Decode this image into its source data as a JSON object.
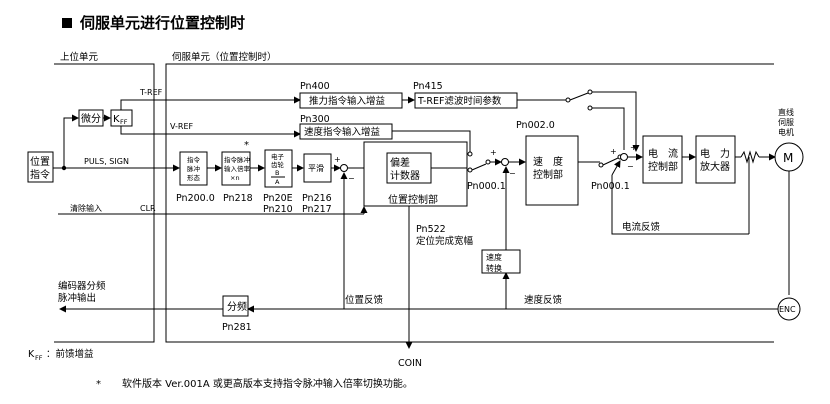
{
  "title": "伺服单元进行位置控制时",
  "sections": {
    "host": "上位单元",
    "servo": "伺服单元（位置控制时）"
  },
  "signals": {
    "tref": "T-REF",
    "vref": "V-REF",
    "puls_sign": "PULS, SIGN",
    "clear_input": "清除输入",
    "clr": "CLR",
    "coin": "COIN",
    "encoder_div_line1": "编码器分频",
    "encoder_div_line2": "脉冲输出",
    "position_feedback": "位置反馈",
    "speed_feedback": "速度反馈",
    "current_feedback": "电流反馈"
  },
  "blocks": {
    "position_command": [
      "位置",
      "指令"
    ],
    "differential": "微分",
    "kff": "K",
    "kff_sub": "FF",
    "thrust_gain": "推力指令输入增益",
    "tref_filter": "T-REF滤波时间参数",
    "speed_gain": "速度指令输入增益",
    "pulse_form": [
      "指令",
      "脉冲",
      "形态"
    ],
    "pulse_multiplier": [
      "指令脉冲",
      "输入倍率",
      "×n"
    ],
    "e_gear": [
      "电子",
      "齿轮",
      "B",
      "A"
    ],
    "smoothing": "平滑",
    "deviation_counter": [
      "偏差",
      "计数器"
    ],
    "position_control": "位置控制部",
    "speed_control": [
      "速　度",
      "控制部"
    ],
    "current_control": [
      "电　流",
      "控制部"
    ],
    "power_amp": [
      "电　力",
      "放大器"
    ],
    "speed_convert": [
      "速度",
      "转换"
    ],
    "divider": "分频",
    "motor": "M",
    "motor_label": [
      "直线",
      "伺服",
      "电机"
    ],
    "enc": "ENC"
  },
  "params": {
    "pn400": "Pn400",
    "pn415": "Pn415",
    "pn300": "Pn300",
    "pn002": "Pn002.0",
    "pn2000": "Pn200.0",
    "pn218": "Pn218",
    "pn20e": "Pn20E",
    "pn210": "Pn210",
    "pn216": "Pn216",
    "pn217": "Pn217",
    "pn000_a": "Pn000.1",
    "pn000_b": "Pn000.1",
    "pn522": "Pn522",
    "pn522_desc": "定位完成宽幅",
    "pn281": "Pn281"
  },
  "star": "*",
  "signs": {
    "plus": "+",
    "minus": "−"
  },
  "legend_kff": "K",
  "legend_kff_sub": "FF",
  "legend_kff_desc": "：前馈增益",
  "footnote_mark": "*",
  "footnote": "软件版本 Ver.001A 或更高版本支持指令脉冲输入倍率切换功能。"
}
